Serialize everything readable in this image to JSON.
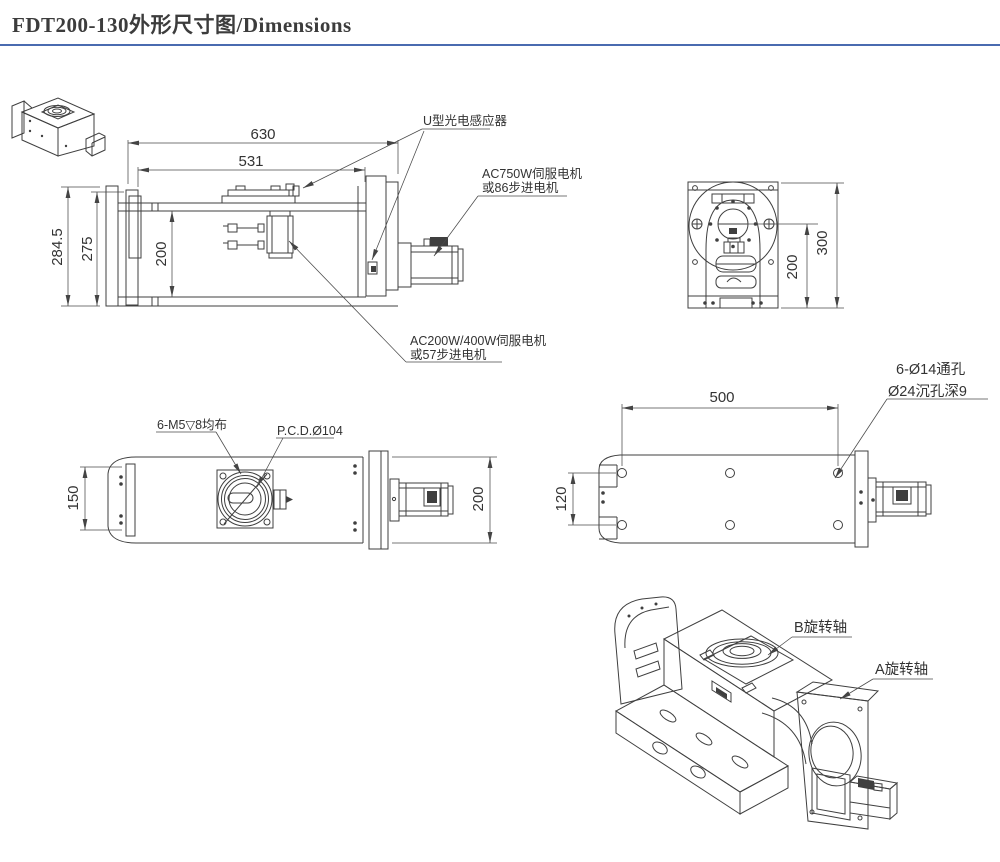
{
  "title": "FDT200-130外形尺寸图/Dimensions",
  "colors": {
    "accent_rule": "#4a6bb0",
    "line": "#3f3f3f",
    "text": "#333333"
  },
  "front_view": {
    "dims": {
      "width_total": "630",
      "width_inner": "531",
      "height_total": "284.5",
      "height_body": "275",
      "height_inner": "200"
    },
    "labels": {
      "sensor": "U型光电感应器",
      "motor_a_line1": "AC750W伺服电机",
      "motor_a_line2": "或86步进电机",
      "motor_b_line1": "AC200W/400W伺服电机",
      "motor_b_line2": "或57步进电机"
    }
  },
  "side_view": {
    "dims": {
      "height_total": "300",
      "height_center": "200"
    }
  },
  "plan_view": {
    "dims": {
      "height_left": "150",
      "height_right": "200"
    },
    "labels": {
      "tapped_holes": "6-M5▽8均布",
      "pitch_circle": "P.C.D.Ø104"
    }
  },
  "bottom_view": {
    "dims": {
      "hole_span": "500",
      "hole_pitch": "120"
    },
    "labels": {
      "through_holes_line1": "6-Ø14通孔",
      "through_holes_line2": "Ø24沉孔深9"
    }
  },
  "iso_view": {
    "labels": {
      "b_axis": "B旋转轴",
      "a_axis": "A旋转轴"
    }
  }
}
